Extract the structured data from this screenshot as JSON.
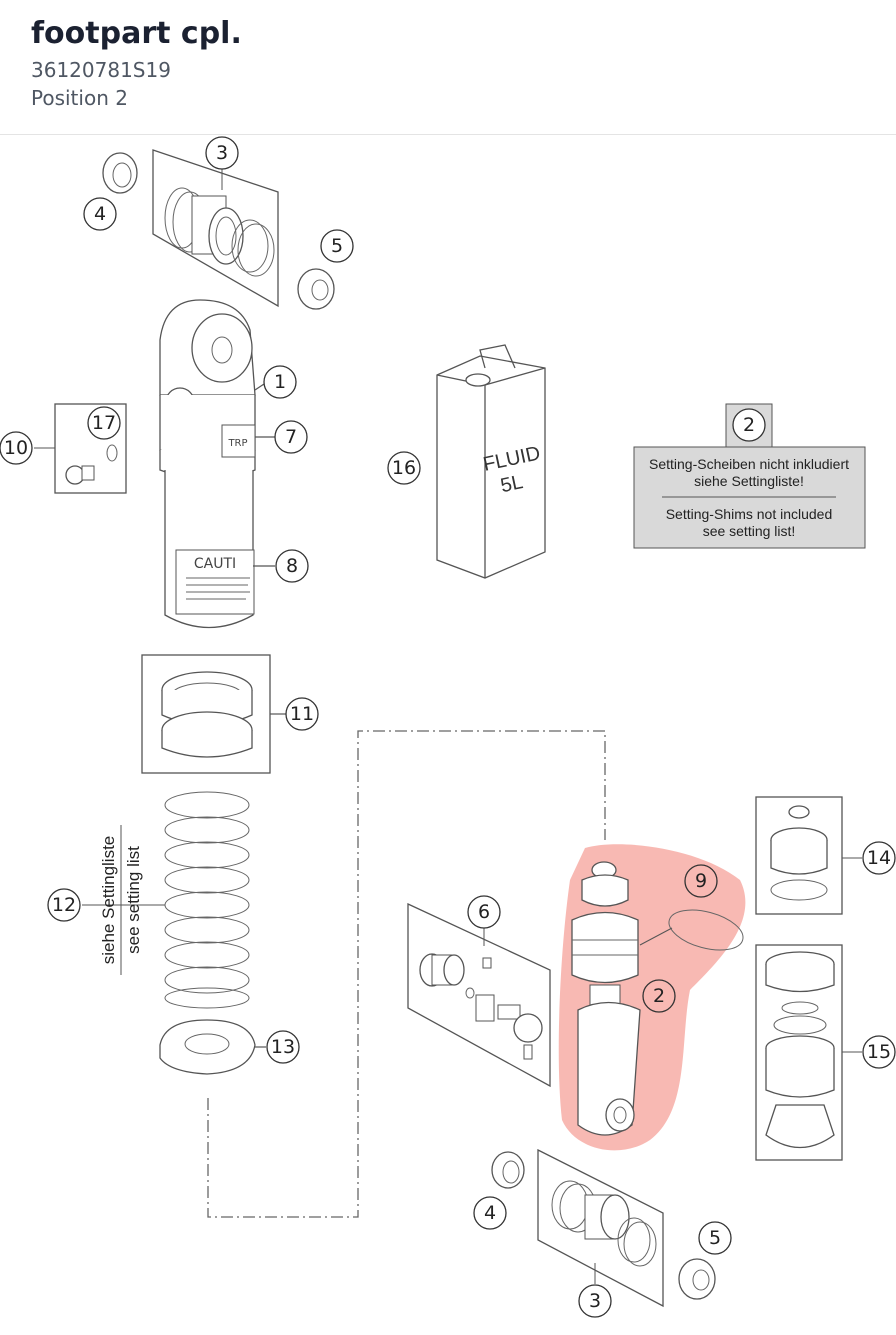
{
  "header": {
    "title": "footpart cpl.",
    "part_number": "36120781S19",
    "position": "Position 2"
  },
  "diagram": {
    "highlight_color": "#f28b82",
    "callouts": {
      "c1": "1",
      "c2_box": "2",
      "c2_hl": "2",
      "c3_top": "3",
      "c3_bot": "3",
      "c4_top": "4",
      "c4_bot": "4",
      "c5_top": "5",
      "c5_bot": "5",
      "c6": "6",
      "c7": "7",
      "c8": "8",
      "c9": "9",
      "c10": "10",
      "c11": "11",
      "c12": "12",
      "c13": "13",
      "c14": "14",
      "c15": "15",
      "c16": "16",
      "c17": "17"
    },
    "note": {
      "line1": "Setting-Scheiben nicht inkludiert",
      "line2": "siehe Settingliste!",
      "line3": "Setting-Shims not included",
      "line4": "see setting list!"
    },
    "spring_label": {
      "line1": "siehe Settingliste",
      "line2": "see setting list"
    },
    "canister": {
      "line1": "FLUID",
      "line2": "5L"
    },
    "caution": "CAUTI",
    "brand": "TRP"
  }
}
